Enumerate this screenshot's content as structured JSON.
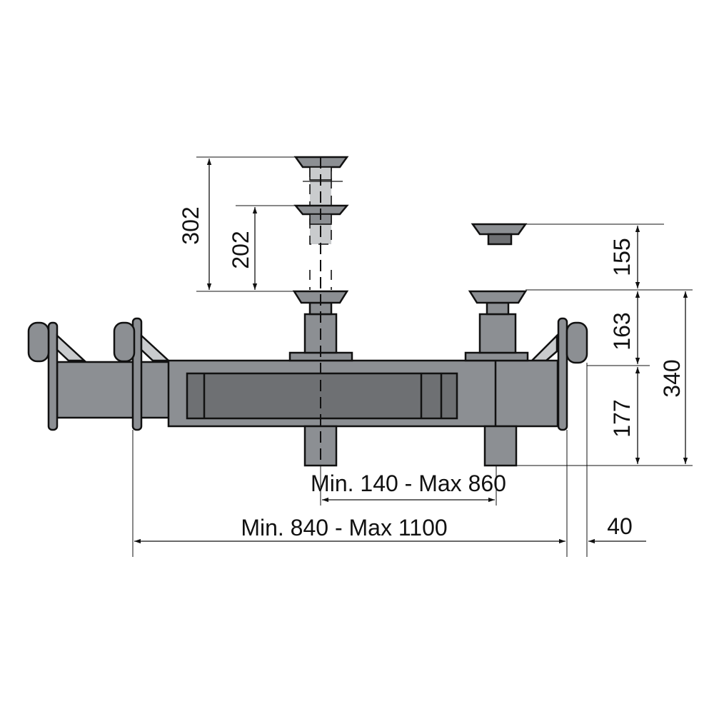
{
  "colors": {
    "body": "#8c8f93",
    "dark": "#6e7073",
    "light": "#c9cbcd",
    "outline": "#111111",
    "background": "#ffffff"
  },
  "dimensions": {
    "pad_raise_high": "302",
    "pad_raise_low": "202",
    "pad_extension": "155",
    "pad_above_beam": "163",
    "total_height": "340",
    "beam_to_pad": "177",
    "pad_spacing": "Min. 140 - Max 860",
    "overall_width": "Min. 840 - Max 1100",
    "end_offset": "40"
  }
}
